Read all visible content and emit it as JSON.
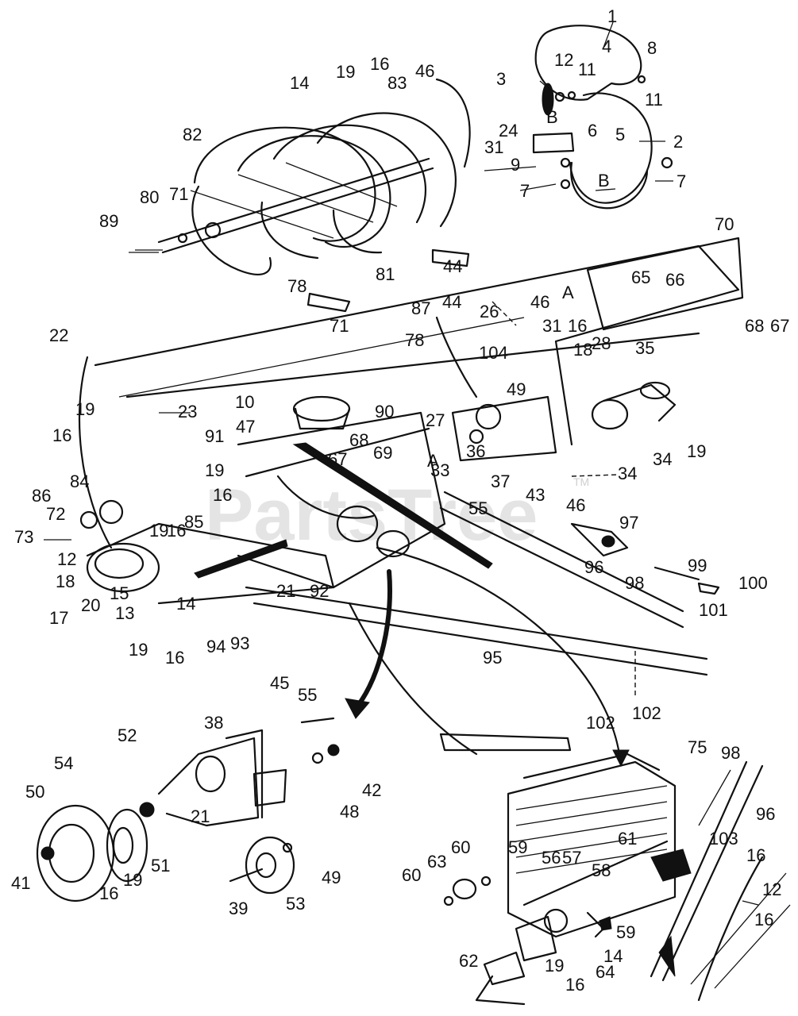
{
  "watermark": {
    "text": "PartsTree",
    "trademark": "TM"
  },
  "labels": [
    {
      "id": "l1",
      "text": "1"
    },
    {
      "id": "l4",
      "text": "4"
    },
    {
      "id": "l8",
      "text": "8"
    },
    {
      "id": "l12a",
      "text": "12"
    },
    {
      "id": "l11a",
      "text": "11"
    },
    {
      "id": "l3",
      "text": "3"
    },
    {
      "id": "l11b",
      "text": "11"
    },
    {
      "id": "lBa",
      "text": "B"
    },
    {
      "id": "l24",
      "text": "24"
    },
    {
      "id": "l6",
      "text": "6"
    },
    {
      "id": "l5",
      "text": "5"
    },
    {
      "id": "l2",
      "text": "2"
    },
    {
      "id": "l31a",
      "text": "31"
    },
    {
      "id": "l9",
      "text": "9"
    },
    {
      "id": "l7a",
      "text": "7"
    },
    {
      "id": "lBb",
      "text": "B"
    },
    {
      "id": "l7b",
      "text": "7"
    },
    {
      "id": "l19a",
      "text": "19"
    },
    {
      "id": "l16a",
      "text": "16"
    },
    {
      "id": "l83",
      "text": "83"
    },
    {
      "id": "l46a",
      "text": "46"
    },
    {
      "id": "l14a",
      "text": "14"
    },
    {
      "id": "l82",
      "text": "82"
    },
    {
      "id": "l80",
      "text": "80"
    },
    {
      "id": "l71a",
      "text": "71"
    },
    {
      "id": "l89",
      "text": "89"
    },
    {
      "id": "l81",
      "text": "81"
    },
    {
      "id": "l44a",
      "text": "44"
    },
    {
      "id": "l78a",
      "text": "78"
    },
    {
      "id": "l70",
      "text": "70"
    },
    {
      "id": "l65",
      "text": "65"
    },
    {
      "id": "l66",
      "text": "66"
    },
    {
      "id": "lAa",
      "text": "A"
    },
    {
      "id": "l68a",
      "text": "68"
    },
    {
      "id": "l67a",
      "text": "67"
    },
    {
      "id": "l87",
      "text": "87"
    },
    {
      "id": "l44b",
      "text": "44"
    },
    {
      "id": "l26",
      "text": "26"
    },
    {
      "id": "l46b",
      "text": "46"
    },
    {
      "id": "l31b",
      "text": "31"
    },
    {
      "id": "l16b",
      "text": "16"
    },
    {
      "id": "l71b",
      "text": "71"
    },
    {
      "id": "l78b",
      "text": "78"
    },
    {
      "id": "l18a",
      "text": "18"
    },
    {
      "id": "l28",
      "text": "28"
    },
    {
      "id": "l35",
      "text": "35"
    },
    {
      "id": "l22",
      "text": "22"
    },
    {
      "id": "l104",
      "text": "104"
    },
    {
      "id": "l49a",
      "text": "49"
    },
    {
      "id": "l10",
      "text": "10"
    },
    {
      "id": "l90",
      "text": "90"
    },
    {
      "id": "l19b",
      "text": "19"
    },
    {
      "id": "l23",
      "text": "23"
    },
    {
      "id": "l47",
      "text": "47"
    },
    {
      "id": "l27",
      "text": "27"
    },
    {
      "id": "l16c",
      "text": "16"
    },
    {
      "id": "l91",
      "text": "91"
    },
    {
      "id": "l68b",
      "text": "68"
    },
    {
      "id": "l36",
      "text": "36"
    },
    {
      "id": "l34a",
      "text": "34"
    },
    {
      "id": "l19c",
      "text": "19"
    },
    {
      "id": "l67b",
      "text": "67"
    },
    {
      "id": "l69",
      "text": "69"
    },
    {
      "id": "lAb",
      "text": "A"
    },
    {
      "id": "l33",
      "text": "33"
    },
    {
      "id": "l37",
      "text": "37"
    },
    {
      "id": "l34b",
      "text": "34"
    },
    {
      "id": "l19d",
      "text": "19"
    },
    {
      "id": "l16d",
      "text": "16"
    },
    {
      "id": "l43",
      "text": "43"
    },
    {
      "id": "l84",
      "text": "84"
    },
    {
      "id": "l55a",
      "text": "55"
    },
    {
      "id": "l46c",
      "text": "46"
    },
    {
      "id": "l86",
      "text": "86"
    },
    {
      "id": "l72",
      "text": "72"
    },
    {
      "id": "l19e",
      "text": "19"
    },
    {
      "id": "l16e",
      "text": "16"
    },
    {
      "id": "l85",
      "text": "85"
    },
    {
      "id": "l73",
      "text": "73"
    },
    {
      "id": "l97",
      "text": "97"
    },
    {
      "id": "l12b",
      "text": "12"
    },
    {
      "id": "l96a",
      "text": "96"
    },
    {
      "id": "l99",
      "text": "99"
    },
    {
      "id": "l98a",
      "text": "98"
    },
    {
      "id": "l100",
      "text": "100"
    },
    {
      "id": "l18b",
      "text": "18"
    },
    {
      "id": "l21a",
      "text": "21"
    },
    {
      "id": "l92",
      "text": "92"
    },
    {
      "id": "l101",
      "text": "101"
    },
    {
      "id": "l17",
      "text": "17"
    },
    {
      "id": "l20",
      "text": "20"
    },
    {
      "id": "l15",
      "text": "15"
    },
    {
      "id": "l14b",
      "text": "14"
    },
    {
      "id": "l13",
      "text": "13"
    },
    {
      "id": "l94",
      "text": "94"
    },
    {
      "id": "l93",
      "text": "93"
    },
    {
      "id": "l19f",
      "text": "19"
    },
    {
      "id": "l16f",
      "text": "16"
    },
    {
      "id": "l95",
      "text": "95"
    },
    {
      "id": "l102a",
      "text": "102"
    },
    {
      "id": "l45",
      "text": "45"
    },
    {
      "id": "l55b",
      "text": "55"
    },
    {
      "id": "l102b",
      "text": "102"
    },
    {
      "id": "l38",
      "text": "38"
    },
    {
      "id": "l52",
      "text": "52"
    },
    {
      "id": "l75",
      "text": "75"
    },
    {
      "id": "l98b",
      "text": "98"
    },
    {
      "id": "l54",
      "text": "54"
    },
    {
      "id": "l42",
      "text": "42"
    },
    {
      "id": "l96b",
      "text": "96"
    },
    {
      "id": "l48",
      "text": "48"
    },
    {
      "id": "l50",
      "text": "50"
    },
    {
      "id": "l21b",
      "text": "21"
    },
    {
      "id": "l61",
      "text": "61"
    },
    {
      "id": "l103",
      "text": "103"
    },
    {
      "id": "l60a",
      "text": "60"
    },
    {
      "id": "l63",
      "text": "63"
    },
    {
      "id": "l59a",
      "text": "59"
    },
    {
      "id": "l56",
      "text": "56"
    },
    {
      "id": "l57",
      "text": "57"
    },
    {
      "id": "l58",
      "text": "58"
    },
    {
      "id": "l16g",
      "text": "16"
    },
    {
      "id": "l41",
      "text": "41"
    },
    {
      "id": "l60b",
      "text": "60"
    },
    {
      "id": "l12c",
      "text": "12"
    },
    {
      "id": "l51",
      "text": "51"
    },
    {
      "id": "l49b",
      "text": "49"
    },
    {
      "id": "l16h",
      "text": "16"
    },
    {
      "id": "l19g",
      "text": "19"
    },
    {
      "id": "l16i",
      "text": "16"
    },
    {
      "id": "l39",
      "text": "39"
    },
    {
      "id": "l53",
      "text": "53"
    },
    {
      "id": "l59b",
      "text": "59"
    },
    {
      "id": "l14c",
      "text": "14"
    },
    {
      "id": "l62",
      "text": "62"
    },
    {
      "id": "l19h",
      "text": "19"
    },
    {
      "id": "l64",
      "text": "64"
    },
    {
      "id": "l16j",
      "text": "16"
    }
  ]
}
